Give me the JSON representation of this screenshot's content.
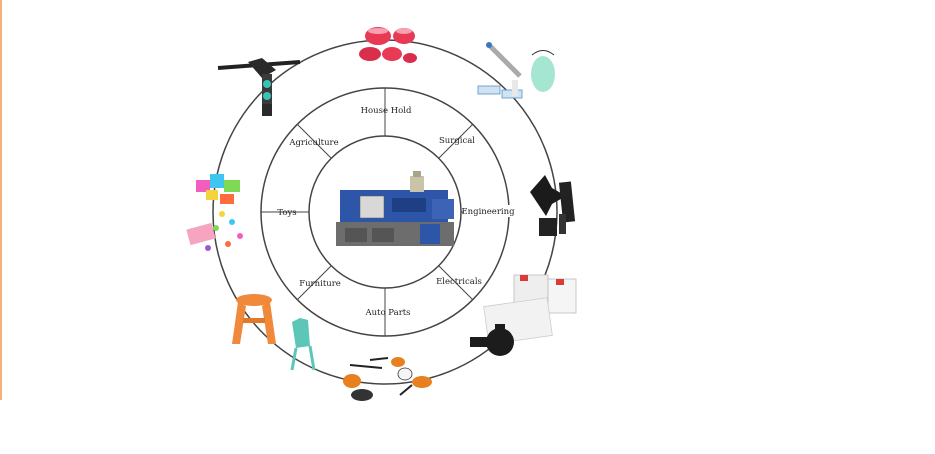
{
  "segments": {
    "house_hold": "House Hold",
    "surgical": "Surgical",
    "engineering": "Engineering",
    "electricals": "Electricals",
    "auto_parts": "Auto Parts",
    "furniture": "Furniture",
    "toys": "Toys",
    "agriculture": "Agriculture"
  },
  "icons": {
    "center": "injection-molding-machine-icon",
    "house_hold": "plastic-bowls-icon",
    "surgical": "medical-syringe-and-mask-icon",
    "engineering": "black-plastic-parts-icon",
    "electricals": "circuit-breakers-and-junction-box-icon",
    "auto_parts": "vehicle-indicator-lights-icon",
    "furniture": "plastic-stool-and-chair-icon",
    "toys": "building-blocks-and-beads-icon",
    "agriculture": "sprinkler-head-icon"
  },
  "colors": {
    "ring": "#444444",
    "accent": "#f2b37a",
    "machine_blue": "#2e56a8",
    "bowl_red": "#e83a55",
    "stool_orange": "#f08a3a",
    "chair_teal": "#5cc6b8"
  }
}
